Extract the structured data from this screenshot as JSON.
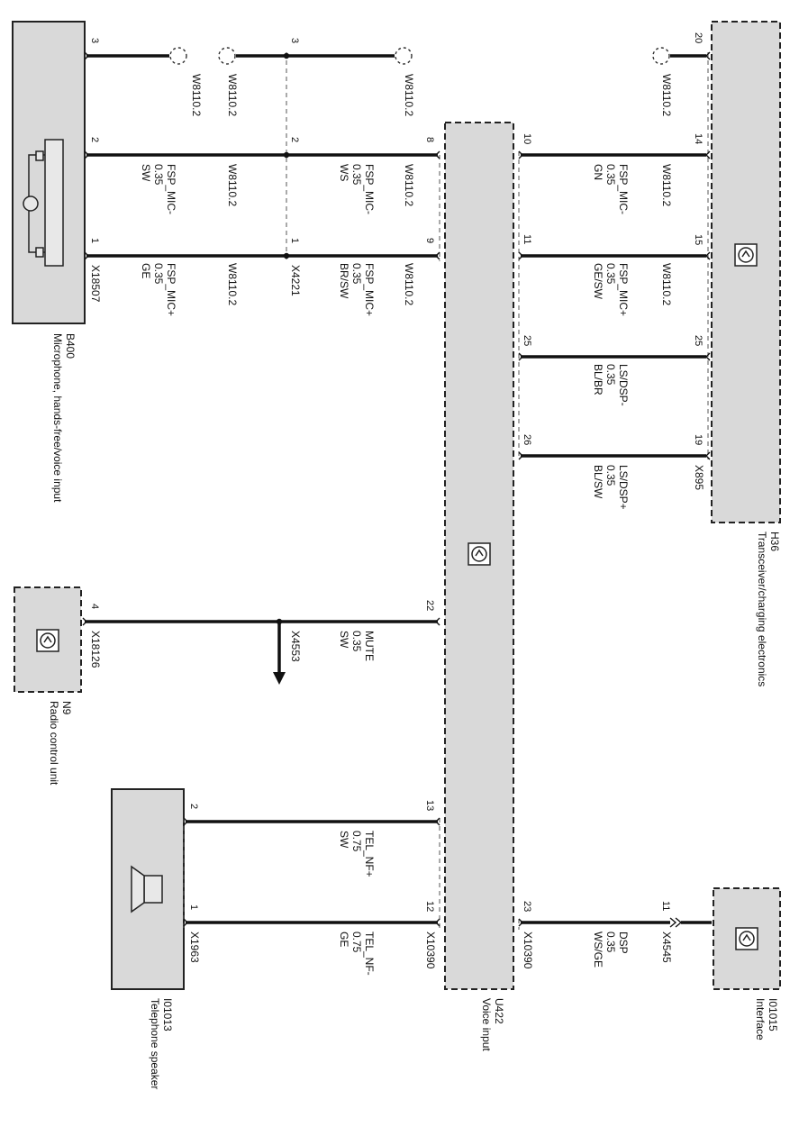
{
  "colors": {
    "component_fill": "#d9d9d9",
    "wire": "#111111",
    "outline": "#222222",
    "background": "#ffffff"
  },
  "components": {
    "b400": {
      "id": "B400",
      "name": "Microphone, hands-free/voice input",
      "connector": "X18507",
      "icon": "microphone-icon"
    },
    "h36": {
      "id": "H36",
      "name": "Transceiver/charging electronics",
      "connector": "X895",
      "icon": "control-unit-icon"
    },
    "u422": {
      "id": "U422",
      "name": "Voice input",
      "connector": "X10390",
      "icon": "control-unit-icon"
    },
    "n9": {
      "id": "N9",
      "name": "Radio control unit",
      "connector": "X18126",
      "icon": "control-unit-icon"
    },
    "i01013": {
      "id": "I01013",
      "name": "Telephone speaker",
      "connector": "X1963",
      "icon": "speaker-icon"
    },
    "i01015": {
      "id": "I01015",
      "name": "Interface",
      "connector": "X4545",
      "icon": "control-unit-icon"
    }
  },
  "connectors": {
    "x4221": "X4221",
    "x4553": "X4553",
    "w_label": "W8110.2"
  },
  "pins": {
    "b400": [
      "3",
      "2",
      "1"
    ],
    "x4221": [
      "3",
      "2",
      "1"
    ],
    "u422_left": [
      "8",
      "9",
      "22",
      "13",
      "12"
    ],
    "u422_right": [
      "10",
      "11",
      "25",
      "26",
      "23"
    ],
    "h36": [
      "20",
      "14",
      "15",
      "25",
      "19"
    ],
    "n9": [
      "4"
    ],
    "i01013": [
      "2",
      "1"
    ],
    "i01015": [
      "11"
    ]
  },
  "wires": {
    "fsp_mic_minus_sw": {
      "signal": "FSP_MIC-",
      "size": "0.35",
      "color": "SW"
    },
    "fsp_mic_plus_ge": {
      "signal": "FSP_MIC+",
      "size": "0.35",
      "color": "GE"
    },
    "fsp_mic_minus_ws": {
      "signal": "FSP_MIC-",
      "size": "0.35",
      "color": "WS"
    },
    "fsp_mic_plus_brsw": {
      "signal": "FSP_MIC+",
      "size": "0.35",
      "color": "BR/SW"
    },
    "fsp_mic_minus_gn": {
      "signal": "FSP_MIC-",
      "size": "0.35",
      "color": "GN"
    },
    "fsp_mic_plus_gesw": {
      "signal": "FSP_MIC+",
      "size": "0.35",
      "color": "GE/SW"
    },
    "ls_dsp_minus": {
      "signal": "LS/DSP-",
      "size": "0.35",
      "color": "BL/BR"
    },
    "ls_dsp_plus": {
      "signal": "LS/DSP+",
      "size": "0.35",
      "color": "BL/SW"
    },
    "mute": {
      "signal": "MUTE",
      "size": "0.35",
      "color": "SW"
    },
    "tel_nf_plus": {
      "signal": "TEL_NF+",
      "size": "0.75",
      "color": "SW"
    },
    "tel_nf_minus": {
      "signal": "TEL_NF-",
      "size": "0.75",
      "color": "GE"
    },
    "dsp": {
      "signal": "DSP",
      "size": "0.35",
      "color": "WS/GE"
    }
  }
}
